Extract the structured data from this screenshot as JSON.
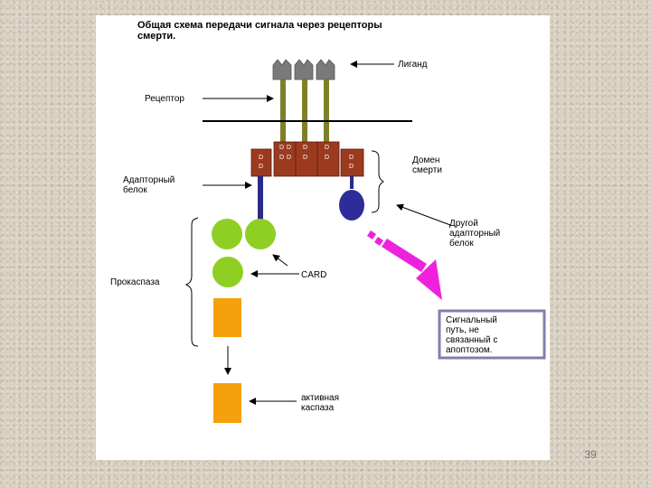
{
  "title_line1": "Общая схема передачи сигнала через рецепторы",
  "title_line2": "смерти.",
  "labels": {
    "ligand": "Лиганд",
    "receptor": "Рецептор",
    "adapter_line1": "Адапторный",
    "adapter_line2": "белок",
    "death_domain_line1": "Домен",
    "death_domain_line2": "смерти",
    "other_adapter_line1": "Другой",
    "other_adapter_line2": "адапторный",
    "other_adapter_line3": "белок",
    "card": "CARD",
    "procaspase": "Прокаспаза",
    "active_line1": "активная",
    "active_line2": "каспаза"
  },
  "dd_label": "D",
  "signal_box": {
    "line1": "Сигнальный",
    "line2": "путь, не",
    "line3": "связанный с",
    "line4": "апоптозом."
  },
  "page_number": "39",
  "colors": {
    "ligand": "#7a7a7a",
    "receptor_stem": "#7f7f28",
    "death_domain": "#9c3a20",
    "adapter_stem": "#2a2a8a",
    "other_adapter": "#2d2d9a",
    "card": "#8fcf24",
    "caspase": "#f5a00c",
    "signal_arrow": "#ee22dd",
    "signal_box_border": "#8080aa"
  }
}
